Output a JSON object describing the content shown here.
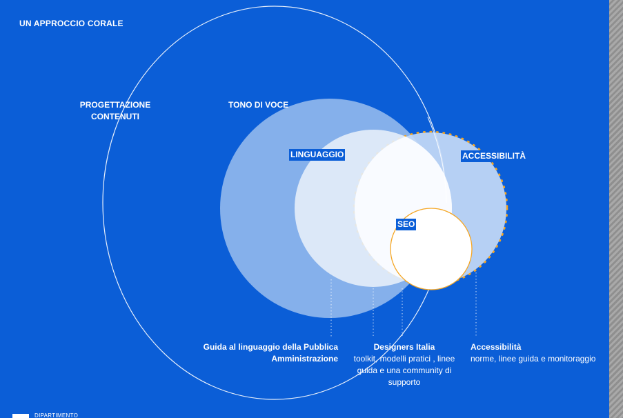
{
  "heading": "UN APPROCCIO CORALE",
  "labels": {
    "progettazione": "PROGETTAZIONE CONTENUTI",
    "tono": "TONO DI VOCE",
    "linguaggio": "LINGUAGGIO",
    "accessibilita": "ACCESSIBILITÀ",
    "seo": "SEO"
  },
  "resources": {
    "guida": {
      "title": "Guida al linguaggio della Pubblica Amministrazione"
    },
    "designers": {
      "title": "Designers Italia",
      "desc": "toolkit, modelli pratici , linee guida e una community di supporto"
    },
    "accessibilita": {
      "title": "Accessibilità",
      "desc": "norme, linee guida e monitoraggio"
    }
  },
  "footer": {
    "text": "DIPARTIMENTO"
  },
  "colors": {
    "background": "#0B5ED7",
    "accent_orange": "#F5A623",
    "tono_circle": "#8CB4EC",
    "linguaggio_circle": "#E6EEFA",
    "accessibilita_circle": "#C6DAF6"
  }
}
